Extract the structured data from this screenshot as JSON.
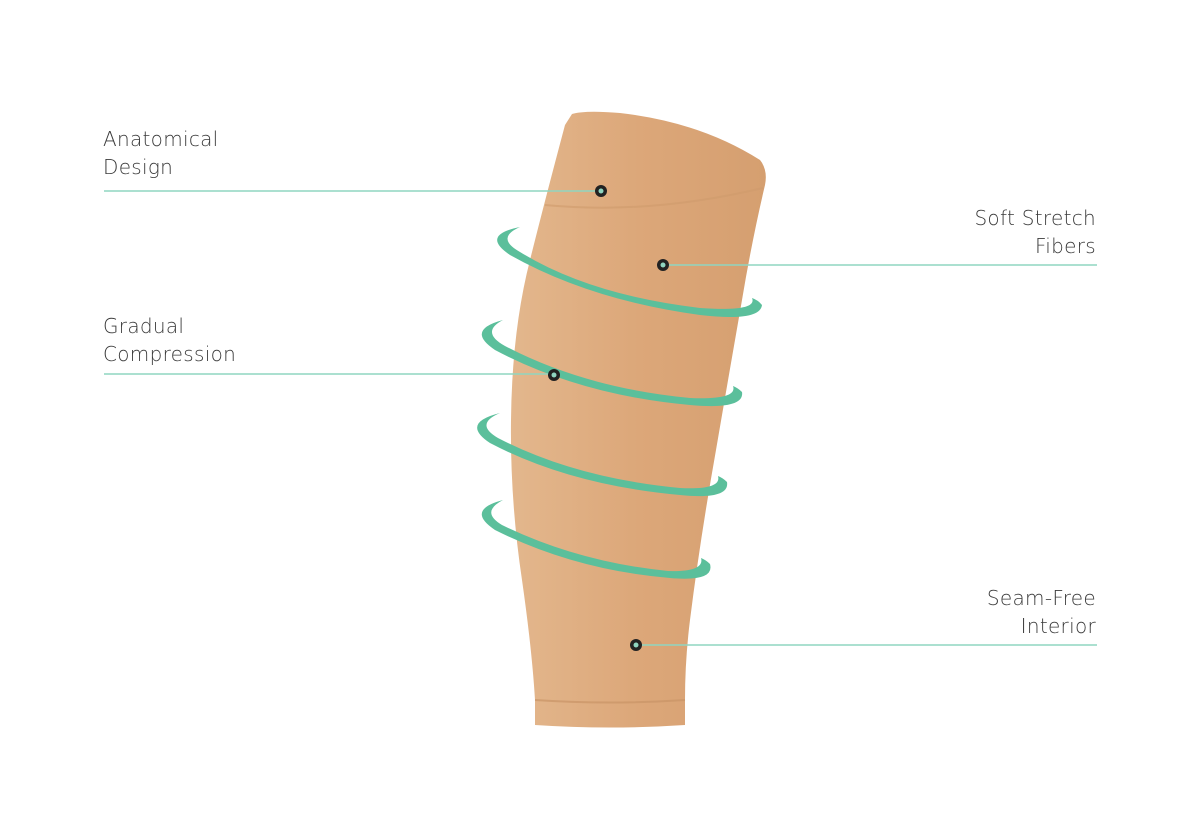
{
  "features": [
    {
      "id": "anatomical",
      "lines": [
        "Anatomical",
        "Design"
      ]
    },
    {
      "id": "soft-stretch",
      "lines": [
        "Soft Stretch",
        "Fibers"
      ]
    },
    {
      "id": "gradual-compression",
      "lines": [
        "Gradual",
        "Compression"
      ]
    },
    {
      "id": "seam-free",
      "lines": [
        "Seam-Free",
        "Interior"
      ]
    }
  ],
  "colors": {
    "sleeve": "#dca779",
    "leader_line": "#8fd5c0",
    "swoosh": "#5bbf9b",
    "dot": "#222222"
  }
}
